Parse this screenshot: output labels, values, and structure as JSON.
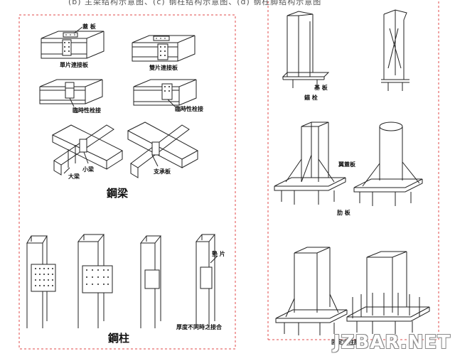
{
  "caption_cut": "(b) 主梁结构示意图、(c) 钢柱结构示意图、(d) 钢柱脚结构示意图",
  "colors": {
    "border": "#e04a4a",
    "line": "#222222"
  },
  "left": {
    "labels": {
      "cover_plate": "蓋 板",
      "single_splice": "單片連接板",
      "double_splice": "雙片連接板",
      "temp_bolt_1": "臨時性栓接",
      "temp_bolt_2": "臨時性栓接",
      "main_beam": "大梁",
      "secondary_beam": "小梁",
      "bracket": "支承板",
      "steel_beam": "鋼梁",
      "stiffener": "墊 片",
      "thickness_splice": "厚度不同時之接合",
      "steel_column": "鋼柱"
    }
  },
  "right": {
    "labels": {
      "base_plate": "基 板",
      "anchor_bolt": "錨 栓",
      "wing_plate": "翼蓋板",
      "rib_plate": "肋 板",
      "fixed_base": "固定式柱脚"
    }
  },
  "watermark": "JZBAR.NET"
}
